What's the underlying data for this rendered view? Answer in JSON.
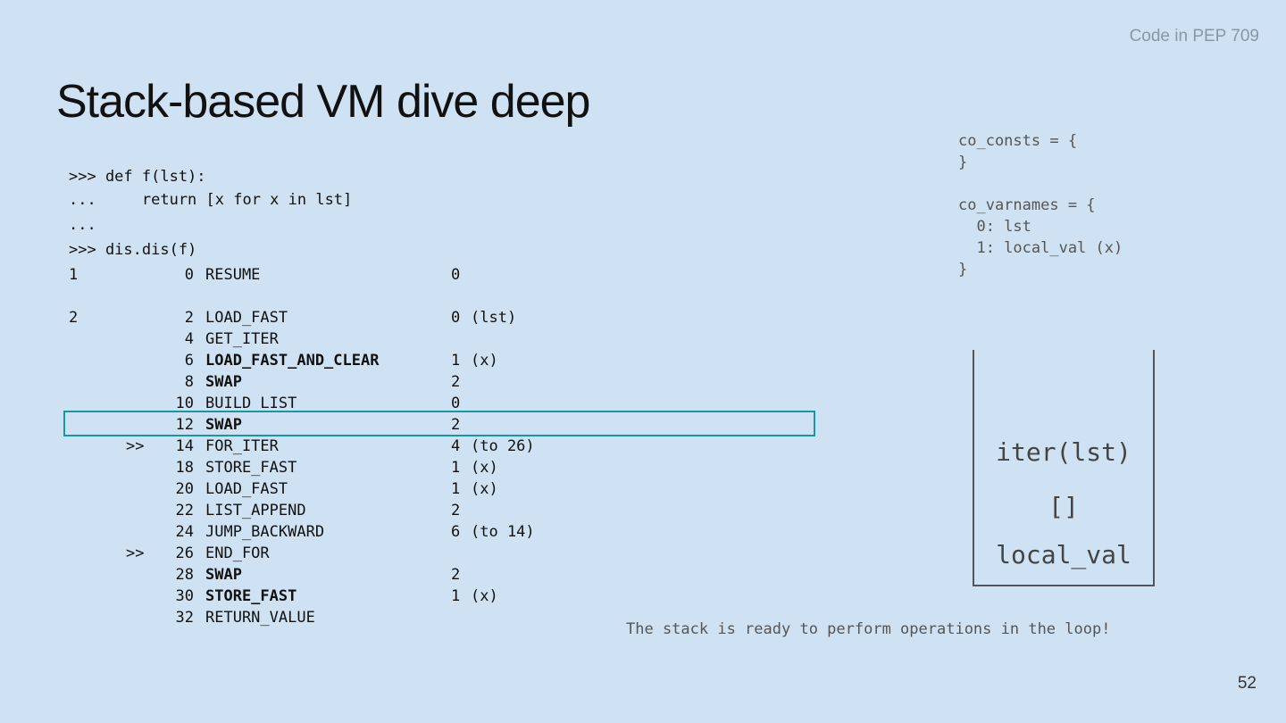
{
  "header": {
    "label": "Code in PEP 709"
  },
  "title": "Stack-based VM dive deep",
  "repl_lines": [
    ">>> def f(lst):",
    "...     return [x for x in lst]",
    "...",
    ">>> dis.dis(f)"
  ],
  "disassembly": [
    {
      "lineno": "1",
      "jump": "",
      "offset": "0",
      "opname": "RESUME",
      "arg": "0",
      "argrepr": "",
      "bold": false
    },
    {
      "lineno": "2",
      "jump": "",
      "offset": "2",
      "opname": "LOAD_FAST",
      "arg": "0",
      "argrepr": "(lst)",
      "bold": false
    },
    {
      "lineno": "",
      "jump": "",
      "offset": "4",
      "opname": "GET_ITER",
      "arg": "",
      "argrepr": "",
      "bold": false
    },
    {
      "lineno": "",
      "jump": "",
      "offset": "6",
      "opname": "LOAD_FAST_AND_CLEAR",
      "arg": "1",
      "argrepr": "(x)",
      "bold": true
    },
    {
      "lineno": "",
      "jump": "",
      "offset": "8",
      "opname": "SWAP",
      "arg": "2",
      "argrepr": "",
      "bold": true
    },
    {
      "lineno": "",
      "jump": "",
      "offset": "10",
      "opname": "BUILD_LIST",
      "arg": "0",
      "argrepr": "",
      "bold": false
    },
    {
      "lineno": "",
      "jump": "",
      "offset": "12",
      "opname": "SWAP",
      "arg": "2",
      "argrepr": "",
      "bold": true,
      "highlighted": true
    },
    {
      "lineno": "",
      "jump": ">>",
      "offset": "14",
      "opname": "FOR_ITER",
      "arg": "4",
      "argrepr": "(to 26)",
      "bold": false
    },
    {
      "lineno": "",
      "jump": "",
      "offset": "18",
      "opname": "STORE_FAST",
      "arg": "1",
      "argrepr": "(x)",
      "bold": false
    },
    {
      "lineno": "",
      "jump": "",
      "offset": "20",
      "opname": "LOAD_FAST",
      "arg": "1",
      "argrepr": "(x)",
      "bold": false
    },
    {
      "lineno": "",
      "jump": "",
      "offset": "22",
      "opname": "LIST_APPEND",
      "arg": "2",
      "argrepr": "",
      "bold": false
    },
    {
      "lineno": "",
      "jump": "",
      "offset": "24",
      "opname": "JUMP_BACKWARD",
      "arg": "6",
      "argrepr": "(to 14)",
      "bold": false
    },
    {
      "lineno": "",
      "jump": ">>",
      "offset": "26",
      "opname": "END_FOR",
      "arg": "",
      "argrepr": "",
      "bold": false
    },
    {
      "lineno": "",
      "jump": "",
      "offset": "28",
      "opname": "SWAP",
      "arg": "2",
      "argrepr": "",
      "bold": true
    },
    {
      "lineno": "",
      "jump": "",
      "offset": "30",
      "opname": "STORE_FAST",
      "arg": "1",
      "argrepr": "(x)",
      "bold": true
    },
    {
      "lineno": "",
      "jump": "",
      "offset": "32",
      "opname": "RETURN_VALUE",
      "arg": "",
      "argrepr": "",
      "bold": false
    }
  ],
  "co_panel": [
    "co_consts = {",
    "}",
    "",
    "co_varnames = {",
    "  0: lst",
    "  1: local_val (x)",
    "}"
  ],
  "stack": {
    "items_top_to_bottom": [
      "iter(lst)",
      "[]",
      "local_val"
    ]
  },
  "note": "The stack is ready to perform operations in the loop!",
  "page_number": "52",
  "colors": {
    "background": "#cfe2f3",
    "highlight_border": "#1796a8",
    "title": "#111111",
    "muted": "#555555"
  }
}
